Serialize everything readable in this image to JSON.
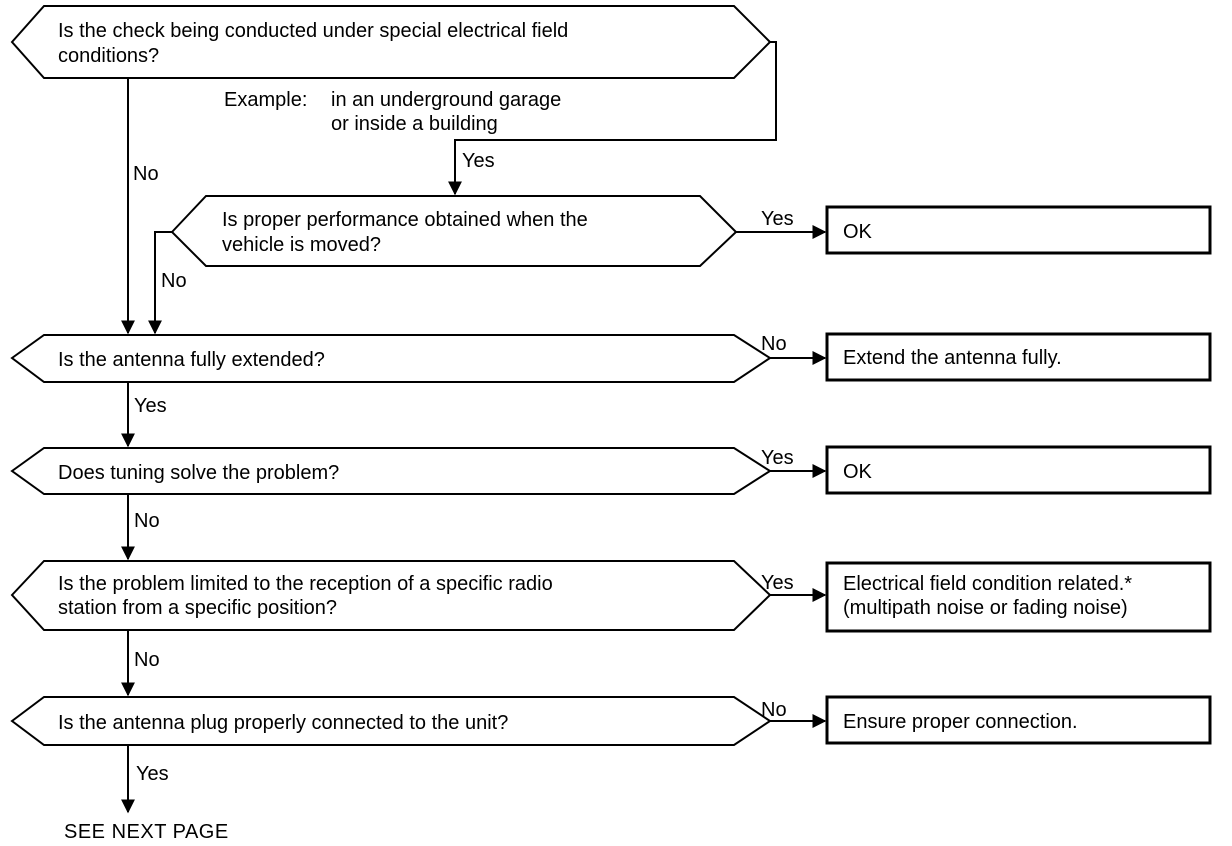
{
  "flowchart": {
    "decisions": [
      {
        "id": "q1",
        "lines": [
          "Is the check being conducted under special electrical field",
          "conditions?"
        ]
      },
      {
        "id": "q2",
        "lines": [
          "Is proper performance obtained when the",
          "vehicle is moved?"
        ]
      },
      {
        "id": "q3",
        "lines": [
          "Is the antenna fully extended?"
        ]
      },
      {
        "id": "q4",
        "lines": [
          "Does tuning solve the problem?"
        ]
      },
      {
        "id": "q5",
        "lines": [
          "Is the problem limited to the reception of a specific radio",
          "station from a specific position?"
        ]
      },
      {
        "id": "q6",
        "lines": [
          "Is the antenna plug properly connected to the unit?"
        ]
      }
    ],
    "example": {
      "label": "Example:",
      "lines": [
        "in an underground garage",
        "or inside a building"
      ]
    },
    "results": [
      {
        "id": "r1",
        "lines": [
          "OK"
        ]
      },
      {
        "id": "r2",
        "lines": [
          "Extend the antenna fully."
        ]
      },
      {
        "id": "r3",
        "lines": [
          "OK"
        ]
      },
      {
        "id": "r4",
        "lines": [
          "Electrical field condition related.*",
          "(multipath noise or fading noise)"
        ]
      },
      {
        "id": "r5",
        "lines": [
          "Ensure proper connection."
        ]
      }
    ],
    "edge_labels": {
      "q1_yes": "Yes",
      "q1_no": "No",
      "q2_yes": "Yes",
      "q2_no": "No",
      "q3_no": "No",
      "q3_yes": "Yes",
      "q4_yes": "Yes",
      "q4_no": "No",
      "q5_yes": "Yes",
      "q5_no": "No",
      "q6_no": "No",
      "q6_yes": "Yes"
    },
    "footer": "SEE NEXT PAGE"
  }
}
